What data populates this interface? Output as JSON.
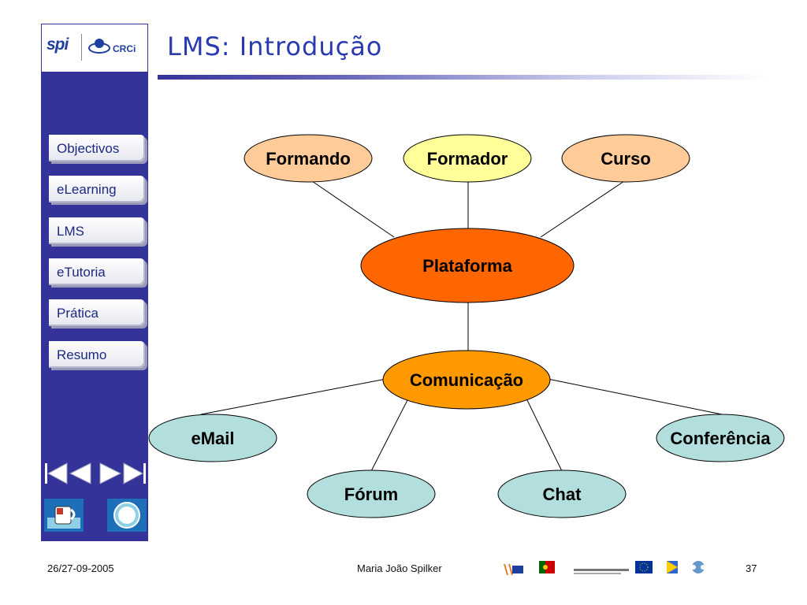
{
  "slide": {
    "title": "LMS: Introdução",
    "page_number": "37"
  },
  "logo": {
    "left_text": "spi",
    "right_text": "CRCi"
  },
  "nav": {
    "items": [
      {
        "label": "Objectivos"
      },
      {
        "label": "eLearning"
      },
      {
        "label": "LMS"
      },
      {
        "label": "eTutoria"
      },
      {
        "label": "Prática"
      },
      {
        "label": "Resumo"
      }
    ]
  },
  "diagram": {
    "nodes": {
      "formando": "Formando",
      "formador": "Formador",
      "curso": "Curso",
      "plataforma": "Plataforma",
      "comunicacao": "Comunicação",
      "email": "eMail",
      "forum": "Fórum",
      "chat": "Chat",
      "conferencia": "Conferência"
    },
    "colors": {
      "peach": "#ffcc99",
      "light_yellow": "#ffff99",
      "orange_dark": "#ff6600",
      "orange": "#ff9900",
      "teal": "#b3dede",
      "line": "#000000"
    }
  },
  "footer": {
    "date": "26/27-09-2005",
    "author": "Maria João Spilker"
  },
  "icons": {
    "first": "first-slide-icon",
    "prev": "previous-slide-icon",
    "next": "next-slide-icon",
    "last": "last-slide-icon",
    "home": "coffee-cup-icon",
    "help": "compass-icon"
  },
  "colors": {
    "sidebar": "#333399",
    "title": "#2a3bb0"
  }
}
